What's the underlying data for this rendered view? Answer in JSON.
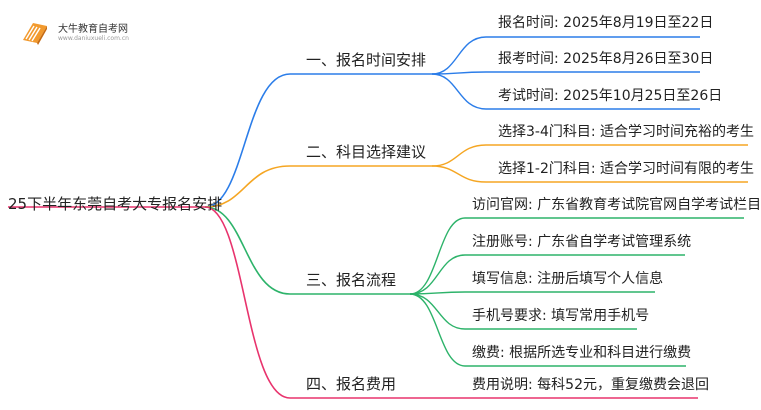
{
  "logo": {
    "title": "大牛教育自考网",
    "url": "www.daniuxueli.com.cn",
    "icon": "book-icon"
  },
  "root": "25下半年东莞自考大专报名安排",
  "branches": [
    {
      "id": "b1",
      "label": "一、报名时间安排",
      "color": "#2b7de9",
      "leaves": [
        "报名时间: 2025年8月19日至22日",
        "报考时间: 2025年8月26日至30日",
        "考试时间: 2025年10月25日至26日"
      ]
    },
    {
      "id": "b2",
      "label": "二、科目选择建议",
      "color": "#f5a623",
      "leaves": [
        "选择3-4门科目: 适合学习时间充裕的考生",
        "选择1-2门科目: 适合学习时间有限的考生"
      ]
    },
    {
      "id": "b3",
      "label": "三、报名流程",
      "color": "#2db36a",
      "leaves": [
        "访问官网: 广东省教育考试院官网自学考试栏目",
        "注册账号: 广东省自学考试管理系统",
        "填写信息: 注册后填写个人信息",
        "手机号要求: 填写常用手机号",
        "缴费: 根据所选专业和科目进行缴费"
      ]
    },
    {
      "id": "b4",
      "label": "四、报名费用",
      "color": "#e8336d",
      "leaves": [
        "费用说明: 每科52元，重复缴费会退回"
      ]
    }
  ]
}
